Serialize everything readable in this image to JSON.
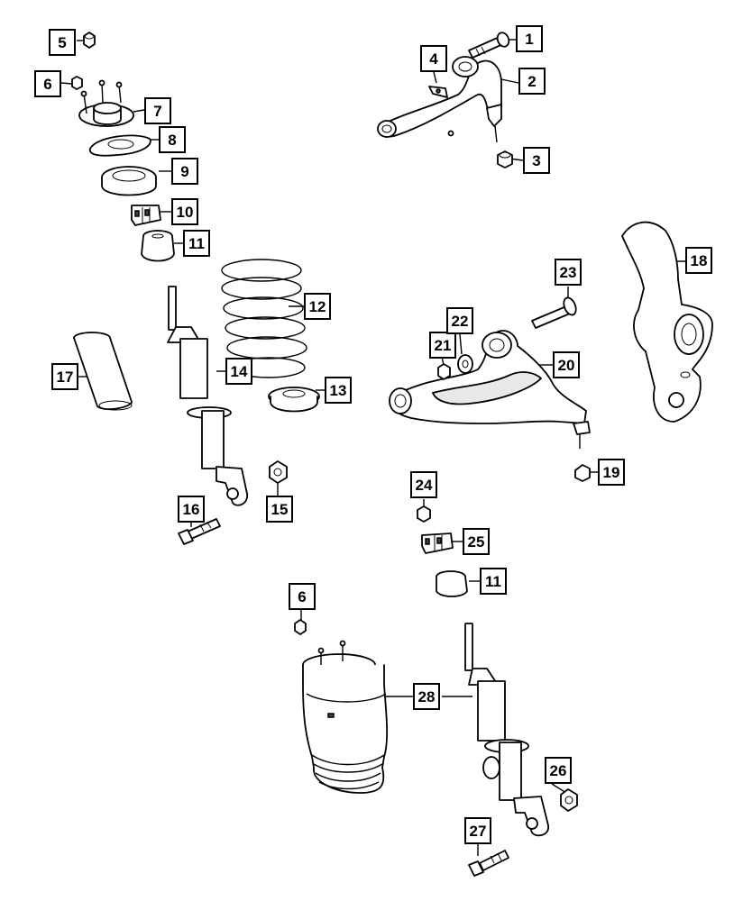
{
  "callouts": [
    {
      "id": "c1",
      "label": "1"
    },
    {
      "id": "c2",
      "label": "2"
    },
    {
      "id": "c3",
      "label": "3"
    },
    {
      "id": "c4",
      "label": "4"
    },
    {
      "id": "c5",
      "label": "5"
    },
    {
      "id": "c6a",
      "label": "6"
    },
    {
      "id": "c7",
      "label": "7"
    },
    {
      "id": "c8",
      "label": "8"
    },
    {
      "id": "c9",
      "label": "9"
    },
    {
      "id": "c10",
      "label": "10"
    },
    {
      "id": "c11a",
      "label": "11"
    },
    {
      "id": "c12",
      "label": "12"
    },
    {
      "id": "c13",
      "label": "13"
    },
    {
      "id": "c14",
      "label": "14"
    },
    {
      "id": "c15",
      "label": "15"
    },
    {
      "id": "c16",
      "label": "16"
    },
    {
      "id": "c17",
      "label": "17"
    },
    {
      "id": "c18",
      "label": "18"
    },
    {
      "id": "c19",
      "label": "19"
    },
    {
      "id": "c20",
      "label": "20"
    },
    {
      "id": "c21",
      "label": "21"
    },
    {
      "id": "c22",
      "label": "22"
    },
    {
      "id": "c23",
      "label": "23"
    },
    {
      "id": "c24",
      "label": "24"
    },
    {
      "id": "c25",
      "label": "25"
    },
    {
      "id": "c11b",
      "label": "11"
    },
    {
      "id": "c6b",
      "label": "6"
    },
    {
      "id": "c28",
      "label": "28"
    },
    {
      "id": "c26",
      "label": "26"
    },
    {
      "id": "c27",
      "label": "27"
    }
  ]
}
